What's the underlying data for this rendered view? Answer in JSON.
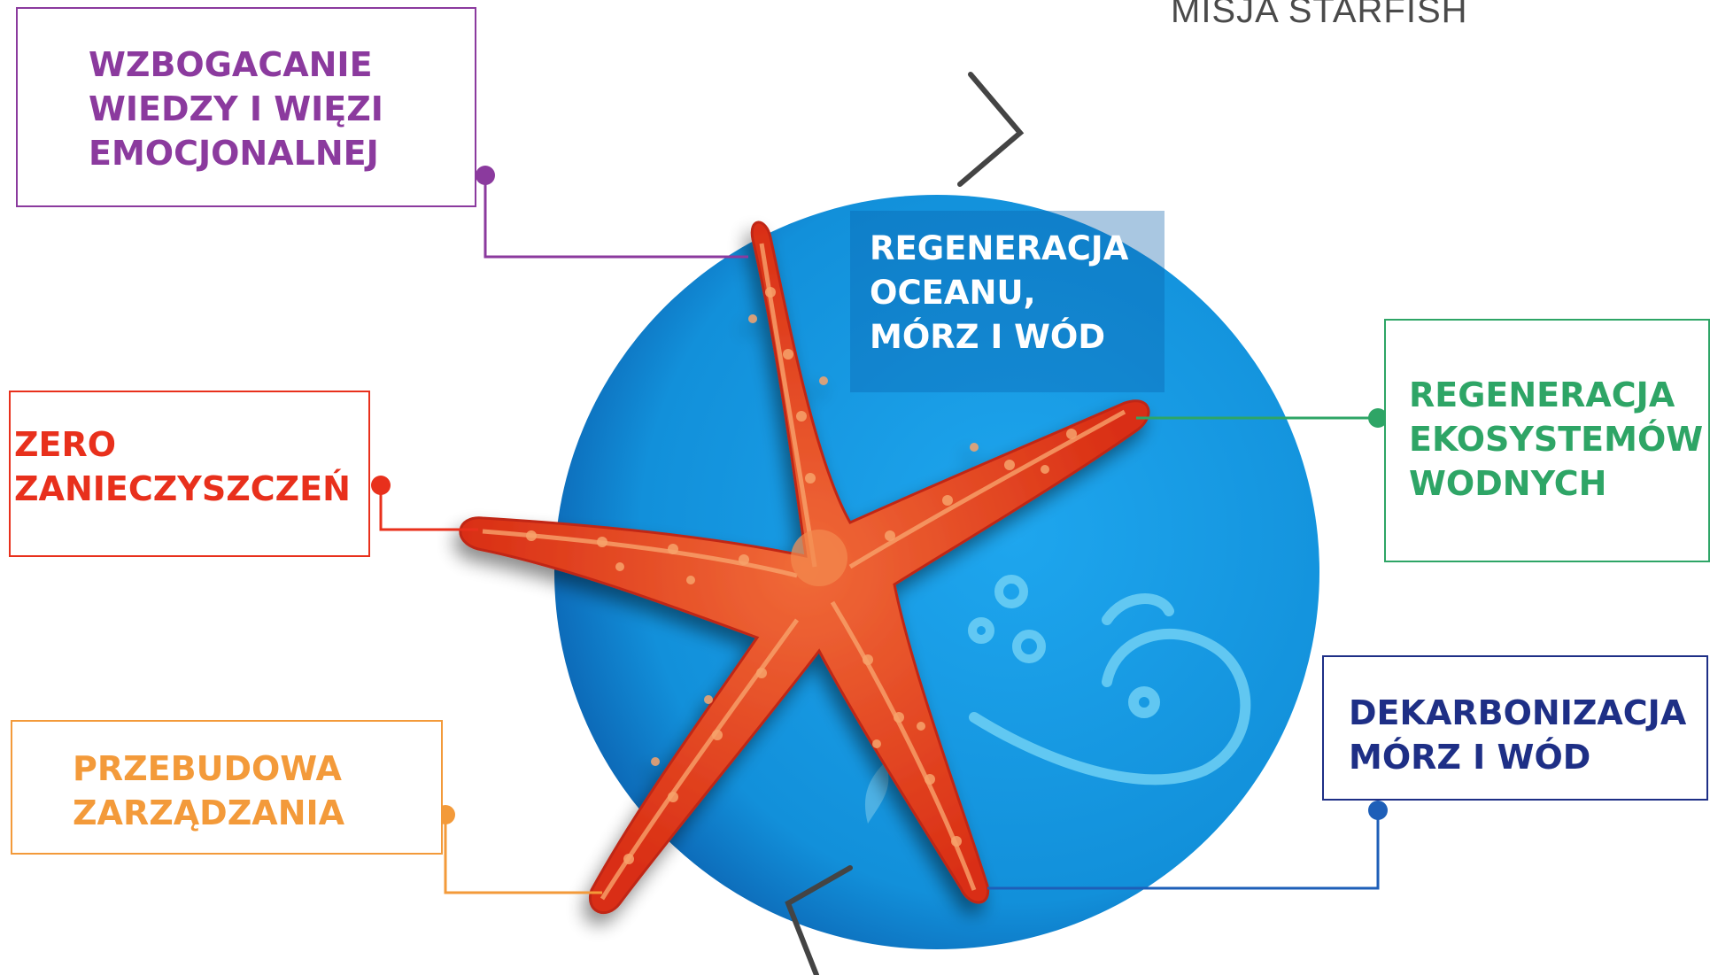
{
  "title": "MISJA STARFISH",
  "center": {
    "lines": [
      "REGENERACJA",
      "OCEANU,",
      "MÓRZ I WÓD"
    ]
  },
  "boxes": {
    "knowledge": {
      "lines": [
        "WZBOGACANIE",
        "WIEDZY I WIĘZI",
        "EMOCJONALNEJ"
      ],
      "color": "#8b3a9e"
    },
    "pollution": {
      "lines": [
        "ZERO",
        "ZANIECZYSZCZEŃ"
      ],
      "color": "#e8301c"
    },
    "governance": {
      "lines": [
        "PRZEBUDOWA",
        "ZARZĄDZANIA"
      ],
      "color": "#f39a3a"
    },
    "ecosystems": {
      "lines": [
        "REGENERACJA",
        "EKOSYSTEMÓW",
        "WODNYCH"
      ],
      "color": "#2ea566"
    },
    "decarbon": {
      "lines": [
        "DEKARBONIZACJA",
        "MÓRZ I WÓD"
      ],
      "color": "#1e2f86"
    }
  },
  "colors": {
    "circle": "#1596de",
    "circle_dark": "#0a63b0",
    "starfish": "#e8401f",
    "starfish_dark": "#b8230f",
    "dots": "#f7a36b",
    "wave": "#6fd0f5"
  },
  "icons": [
    "starfish-illustration",
    "wave-icon",
    "bubbles-icon",
    "fish-tail-icon"
  ]
}
